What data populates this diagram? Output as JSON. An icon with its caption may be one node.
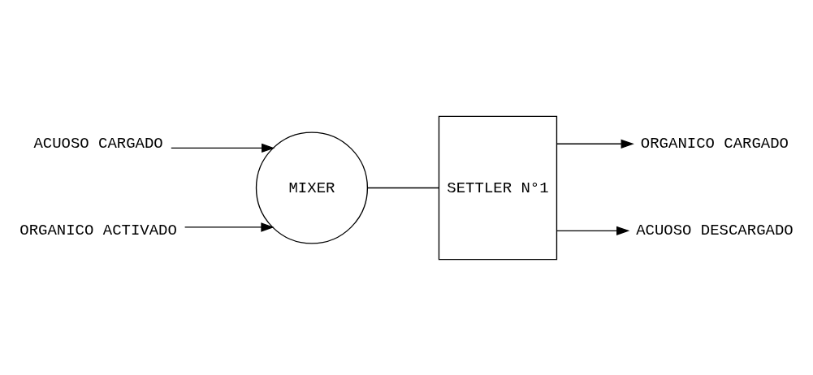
{
  "diagram": {
    "nodes": [
      {
        "text": [
          "ACUOSO CARGADO"
        ]
      },
      {
        "text": [
          "MIXER"
        ]
      },
      {
        "text": [
          "SETTLER N°1"
        ]
      },
      {
        "text": [
          "ORGANICO CARGADO"
        ]
      },
      {
        "text": [
          "ACUOSO DESCARGADO"
        ]
      },
      {
        "text": [
          "ORGANICO ACTIVADO"
        ]
      }
    ],
    "edges": [
      {
        "from": 0,
        "to": 1,
        "arrow": "to"
      },
      {
        "from": 5,
        "to": 1,
        "arrow": "to"
      },
      {
        "from": 1,
        "to": 2,
        "arrow": "none"
      },
      {
        "from": 2,
        "to": 3,
        "arrow": "to"
      },
      {
        "from": 2,
        "to": 4,
        "arrow": "to"
      }
    ]
  }
}
